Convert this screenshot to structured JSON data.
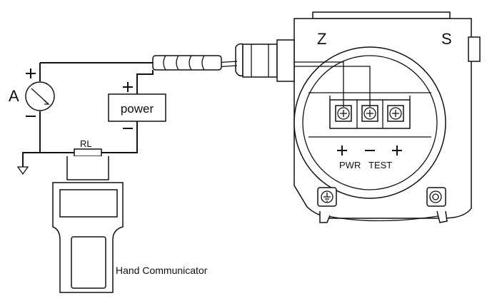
{
  "ammeter": {
    "letter": "A"
  },
  "power_label": "power",
  "load_resistor": {
    "label": "RL"
  },
  "housing": {
    "left_mark": "Z",
    "right_mark": "S"
  },
  "terminal_labels": {
    "pwr": "PWR",
    "test": "TEST"
  },
  "communicator_label": "Hand Communicator",
  "icons": [
    "ground-icon",
    "ammeter-icon",
    "screw-terminal-icon",
    "plus-sign-icon",
    "minus-sign-icon",
    "chassis-ground-icon"
  ]
}
